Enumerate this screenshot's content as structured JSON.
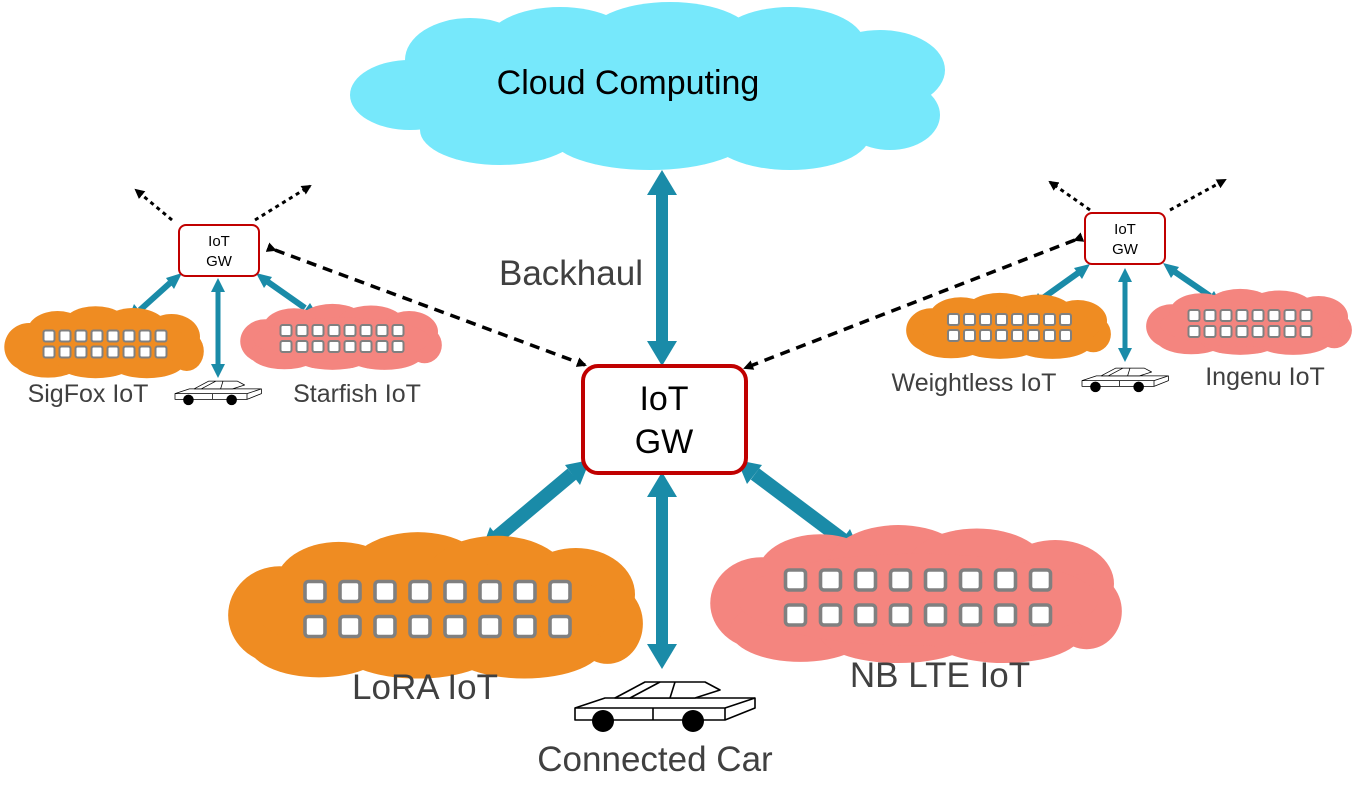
{
  "colors": {
    "cloud_blue": "#76e8fb",
    "orange": "#ef8c22",
    "salmon": "#f4857f",
    "arrow_teal": "#1a8ba8",
    "gw_border": "#c00000",
    "node_grey": "#808080"
  },
  "cloud": {
    "label": "Cloud Computing"
  },
  "backhaul": {
    "label": "Backhaul"
  },
  "gateways": {
    "main": {
      "line1": "IoT",
      "line2": "GW"
    },
    "left": {
      "line1": "IoT",
      "line2": "GW"
    },
    "right": {
      "line1": "IoT",
      "line2": "GW"
    }
  },
  "networks": {
    "lora": "LoRA IoT",
    "nblte": "NB LTE IoT",
    "sigfox": "SigFox IoT",
    "starfish": "Starfish IoT",
    "weightless": "Weightless IoT",
    "ingenu": "Ingenu IoT"
  },
  "car": {
    "label": "Connected Car"
  }
}
